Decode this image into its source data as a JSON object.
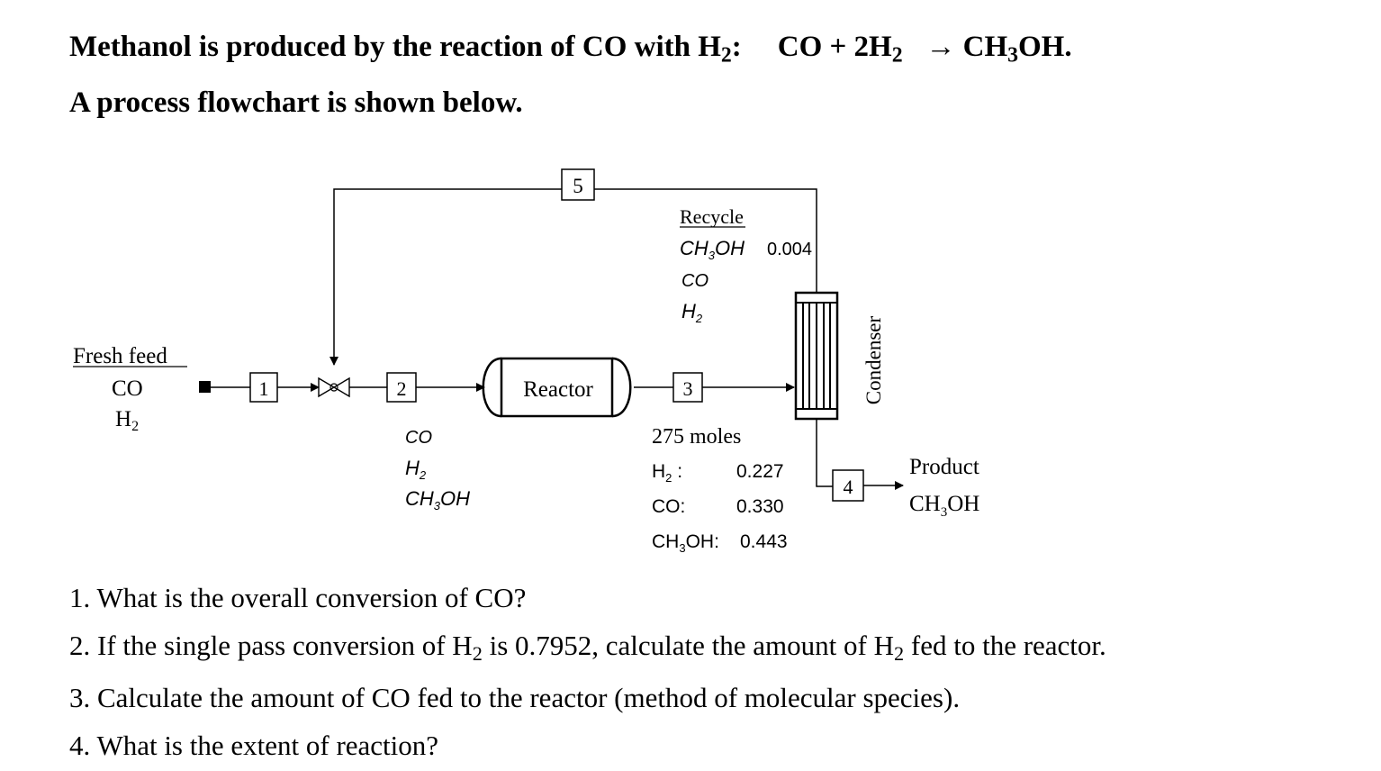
{
  "problem": {
    "intro": {
      "lead": "Methanol is produced by the reaction of CO with H",
      "lead_sub": "2",
      "lead_end": ":",
      "eq_co": "CO + 2H",
      "eq_sub": "2",
      "eq_arrow": "→",
      "eq_prod": "CH",
      "eq_prod_sub": "3",
      "eq_prod_end": "OH.",
      "line2": "A process flowchart is shown below."
    },
    "questions": {
      "q1": "1. What is the overall conversion of CO?",
      "q2_a": "2. If the single pass conversion of H",
      "q2_sub1": "2",
      "q2_b": " is 0.7952, calculate the amount of H",
      "q2_sub2": "2",
      "q2_c": " fed to the reactor.",
      "q3": "3. Calculate the amount of CO fed to the reactor (method of molecular species).",
      "q4": "4. What is the extent of reaction?"
    }
  },
  "diagram": {
    "fresh_feed": {
      "title": "Fresh feed",
      "co": "CO",
      "h2": "H",
      "h2_sub": "2"
    },
    "streams": {
      "s1": "1",
      "s2": "2",
      "s3": "3",
      "s4": "4",
      "s5": "5"
    },
    "reactor_label": "Reactor",
    "condenser_label": "Condenser",
    "recycle": {
      "title": "Recycle",
      "ch3oh": "CH",
      "ch3oh_sub": "3",
      "ch3oh_end": "OH",
      "ch3oh_value": "0.004",
      "co": "CO",
      "h2": "H",
      "h2_sub": "2"
    },
    "stream2_components": {
      "co": "CO",
      "h2": "H",
      "h2_sub": "2",
      "ch3oh": "CH",
      "ch3oh_sub": "3",
      "ch3oh_end": "OH"
    },
    "stream3": {
      "total": "275 moles",
      "h2_label": "H",
      "h2_sub": "2",
      "h2_colon": " :",
      "h2_value": "0.227",
      "co_label": "CO:",
      "co_value": "0.330",
      "ch3oh_label": "CH",
      "ch3oh_sub": "3",
      "ch3oh_end": "OH:",
      "ch3oh_value": "0.443"
    },
    "product": {
      "title": "Product",
      "ch3oh": "CH",
      "ch3oh_sub": "3",
      "ch3oh_end": "OH"
    }
  }
}
